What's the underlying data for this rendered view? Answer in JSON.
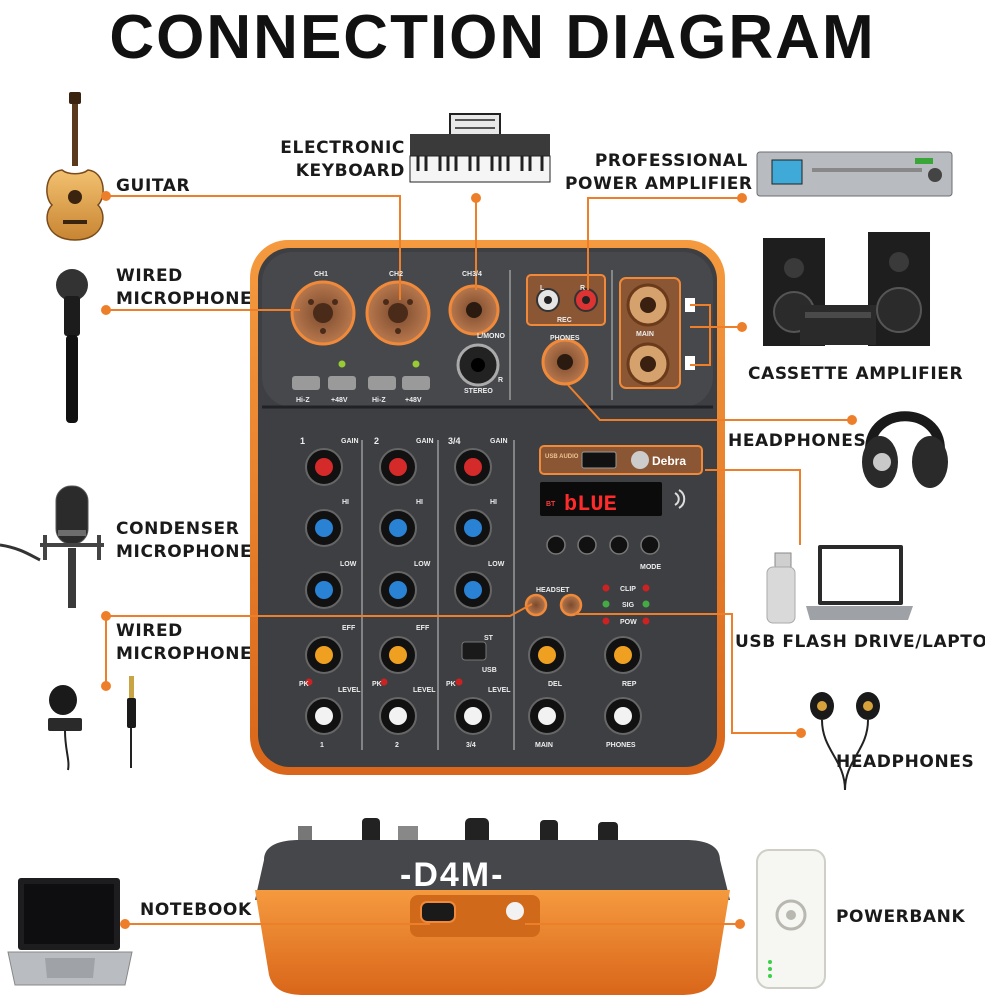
{
  "title": "CONNECTION DIAGRAM",
  "labels": {
    "guitar": "GUITAR",
    "wired_mic_top": [
      "WIRED",
      "MICROPHONE"
    ],
    "condenser_mic": [
      "CONDENSER",
      "MICROPHONE"
    ],
    "wired_mic_bottom": [
      "WIRED",
      "MICROPHONE"
    ],
    "keyboard": [
      "ELECTRONIC",
      "KEYBOARD"
    ],
    "power_amp": [
      "PROFESSIONAL",
      "POWER AMPLIFIER"
    ],
    "cassette_amp": "CASSETTE AMPLIFIER",
    "headphones_top": "HEADPHONES",
    "usb_laptop": "USB FLASH DRIVE/LAPTOP",
    "headphones_bottom": "HEADPHONES",
    "notebook": "NOTEBOOK",
    "powerbank": "POWERBANK"
  },
  "mixer": {
    "model": "-D4M-",
    "brand": "Debra",
    "display": "bLUE",
    "display_prefix": "BT",
    "inputs": [
      "CH1",
      "CH2",
      "CH3/4"
    ],
    "l_mono": "L/MONO",
    "stereo": "STEREO",
    "r": "R",
    "rec": "REC",
    "rec_l": "L",
    "rec_r": "R",
    "main": "MAIN",
    "phones": "PHONES",
    "headset": "HEADSET",
    "hiz": "Hi-Z",
    "p48": "+48V",
    "usb_audio": "USB AUDIO",
    "channels": [
      "1",
      "2",
      "3/4"
    ],
    "knob_labels": [
      "GAIN",
      "HI",
      "LOW",
      "EFF",
      "LEVEL"
    ],
    "st": "ST",
    "usb": "USB",
    "meters": [
      "CLIP",
      "SIG",
      "POW"
    ],
    "master_labels": [
      "DEL",
      "REP",
      "MAIN",
      "PHONES"
    ],
    "mode": "MODE",
    "pk": "PK"
  },
  "colors": {
    "accent": "#ee7f2a",
    "body": "#3d3f43",
    "panel": "#2e3034"
  }
}
